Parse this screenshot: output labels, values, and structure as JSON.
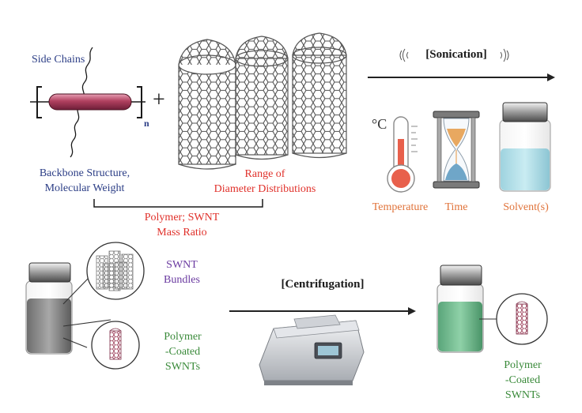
{
  "labels": {
    "side_chains": "Side Chains",
    "n": "n",
    "plus": "+",
    "backbone": [
      "Backbone Structure,",
      "Molecular Weight"
    ],
    "range": [
      "Range of",
      "Diameter Distributions"
    ],
    "ratio": [
      "Polymer; SWNT",
      "Mass Ratio"
    ],
    "sonication": "[Sonication]",
    "degc": "°C",
    "temperature": "Temperature",
    "time": "Time",
    "solvent": "Solvent(s)",
    "swnt_bundles": [
      "SWNT",
      "Bundles"
    ],
    "polymer_coated_left": [
      "Polymer",
      "-Coated",
      "SWNTs"
    ],
    "centrifugation": "[Centrifugation]",
    "polymer_coated_right": [
      "Polymer",
      "-Coated",
      "SWNTs"
    ]
  },
  "colors": {
    "navy": "#2c3e86",
    "red": "#e0302a",
    "orange": "#e0733a",
    "purple": "#6a3aa0",
    "green": "#3a8a3a",
    "backbone_rod": "#b0405f"
  }
}
